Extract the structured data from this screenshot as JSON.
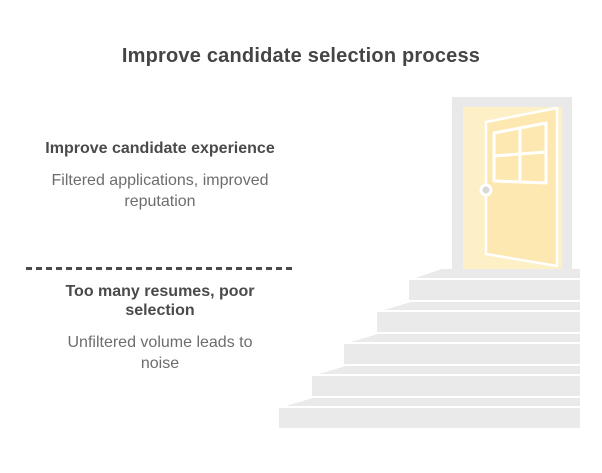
{
  "title": "Improve candidate selection process",
  "sections": {
    "improved": {
      "heading": "Improve candidate experience",
      "description_lines": [
        "Filtered applications, improved",
        "reputation"
      ]
    },
    "problem": {
      "heading_lines": [
        "Too many resumes, poor",
        "selection"
      ],
      "description_lines": [
        "Unfiltered volume leads to",
        "noise"
      ]
    }
  },
  "divider": {
    "style": "dashed",
    "color": "#4b4b4b"
  },
  "text_colors": {
    "title": "#454545",
    "heading": "#4a4a4a",
    "body": "#6d6d6d"
  },
  "illustration": {
    "door_icon": "open-door",
    "staircase_icon": "staircase",
    "colors": {
      "frame_gray": "#e9e9e9",
      "doorway_yellow": "#fdf0c6",
      "door_yellow": "#fce8b0",
      "stair_gray": "#eaeaea",
      "knob_gray": "#d9d9d9",
      "outline_white": "#ffffff"
    }
  }
}
